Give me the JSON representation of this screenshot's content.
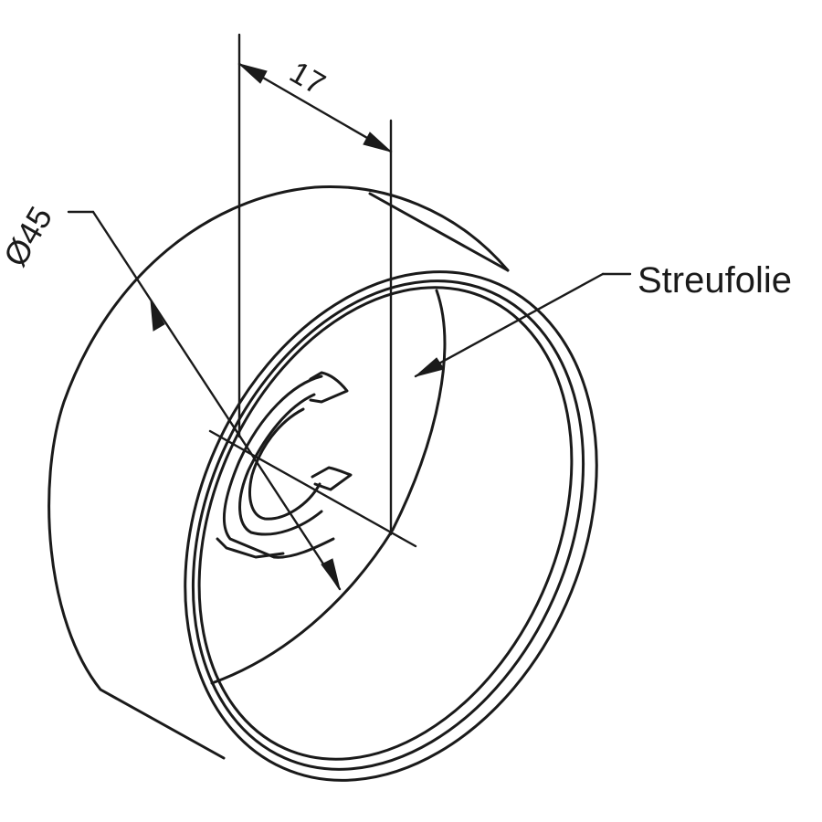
{
  "dimensions": {
    "depth_label": "17",
    "diameter_label": "Ø45"
  },
  "callouts": {
    "diffuser_label": "Streufolie"
  },
  "colors": {
    "line": "#1a1a1a",
    "background": "#ffffff"
  }
}
